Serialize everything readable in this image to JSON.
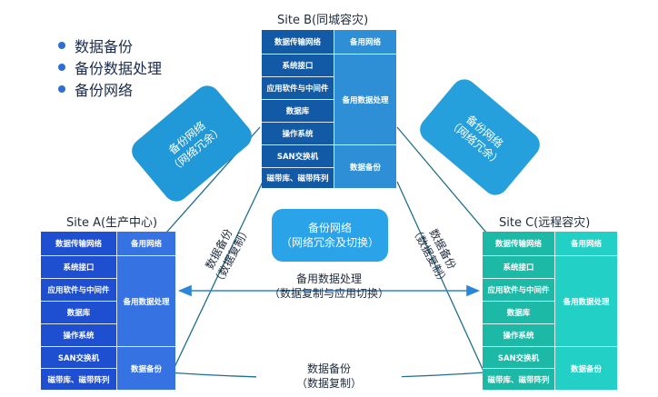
{
  "bullets": [
    "数据备份",
    "备份数据处理",
    "备份网络"
  ],
  "siteA": {
    "title": "Site A(生产中心)",
    "left": [
      "数据传输网络",
      "系统接口",
      "应用软件与中间件",
      "数据库",
      "操作系统",
      "SAN交换机",
      "磁带库、磁带阵列"
    ],
    "right": [
      "备用网络",
      "备用数据处理",
      "数据备份"
    ]
  },
  "siteB": {
    "title": "Site B(同城容灾)",
    "left": [
      "数据传输网络",
      "系统接口",
      "应用软件与中间件",
      "数据库",
      "操作系统",
      "SAN交换机",
      "磁带库、磁带阵列"
    ],
    "right": [
      "备用网络",
      "备用数据处理",
      "数据备份"
    ]
  },
  "siteC": {
    "title": "Site C(远程容灾)",
    "left": [
      "数据传输网络",
      "系统接口",
      "应用软件与中间件",
      "数据库",
      "操作系统",
      "SAN交换机",
      "磁带库、磁带阵列"
    ],
    "right": [
      "备用网络",
      "备用数据处理",
      "数据备份"
    ]
  },
  "badges": {
    "center": [
      "备份网络",
      "（网络冗余及切换）"
    ],
    "left": [
      "备份网络",
      "（网络冗余）"
    ],
    "right": [
      "备份网络",
      "（网络冗余）"
    ]
  },
  "labels": {
    "left_diag": [
      "数据备份",
      "（数据复制）"
    ],
    "right_diag": [
      "数据备份",
      "（数据复制）"
    ],
    "middle": [
      "备用数据处理",
      "（数据复制与应用切换）"
    ],
    "bottom": [
      "数据备份",
      "（数据复制）"
    ]
  },
  "colors": {
    "line": "#1f6f8b",
    "arrow": "#2a86d6",
    "siteA": "#1e4fd0",
    "siteB": "#135aa6",
    "siteC": "#1cb9a7"
  }
}
